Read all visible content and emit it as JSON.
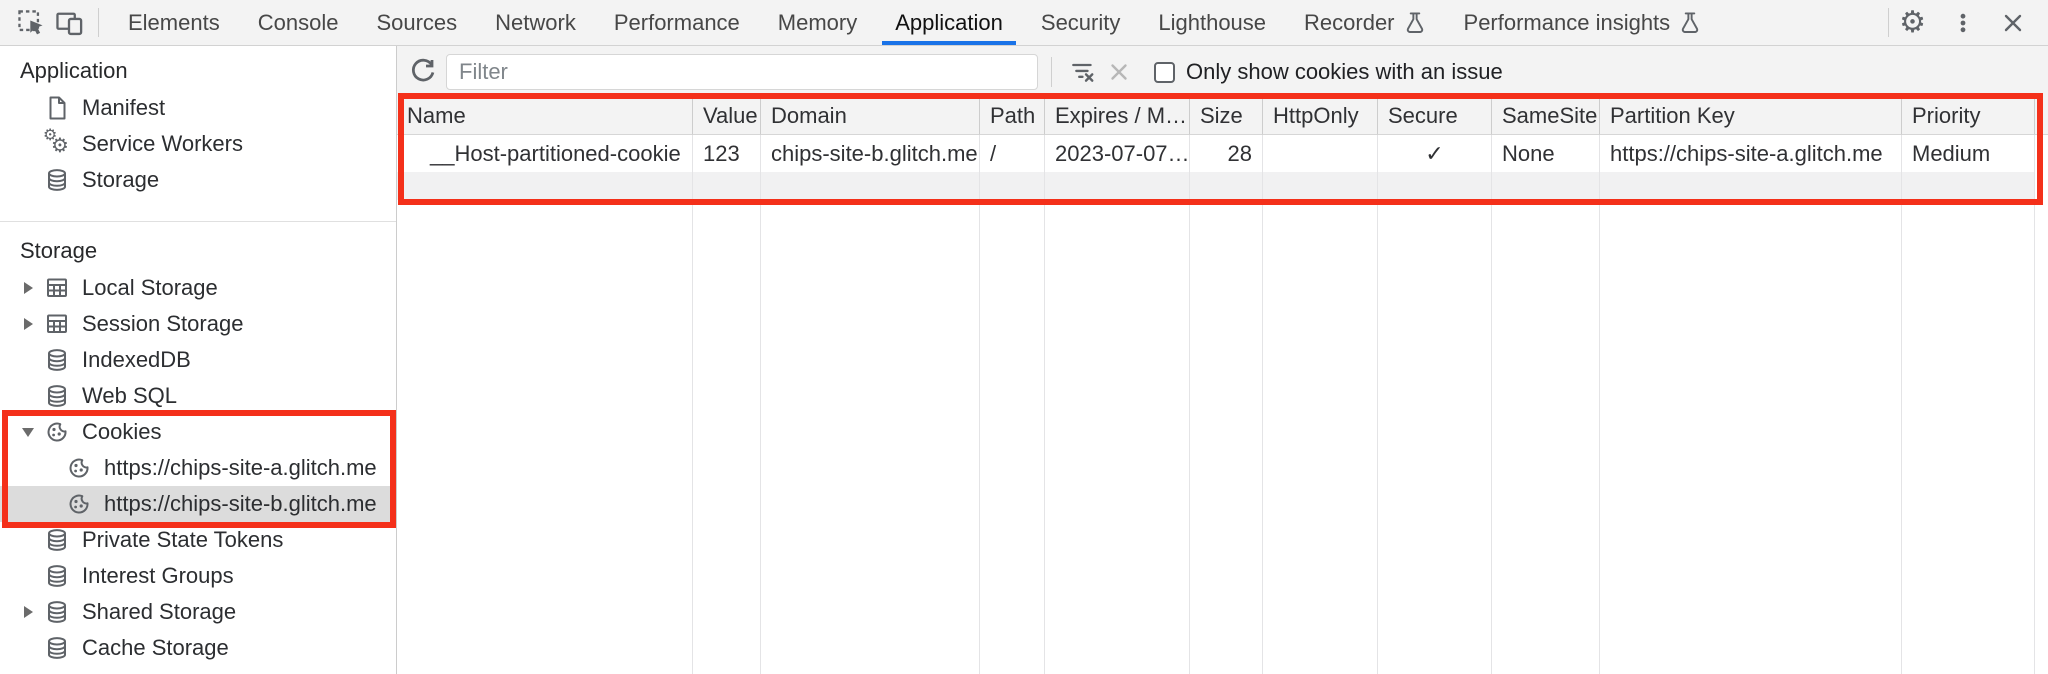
{
  "colors": {
    "highlight_red": "#f4301a",
    "accent_blue": "#1a73e8",
    "toolbar_bg": "#f3f3f3",
    "selected_sidebar_row_bg": "#dcdcdc",
    "icon_gray": "#5f6368"
  },
  "toolbar": {
    "tabs": [
      {
        "label": "Elements"
      },
      {
        "label": "Console"
      },
      {
        "label": "Sources"
      },
      {
        "label": "Network"
      },
      {
        "label": "Performance"
      },
      {
        "label": "Memory"
      },
      {
        "label": "Application",
        "selected": true
      },
      {
        "label": "Security"
      },
      {
        "label": "Lighthouse"
      },
      {
        "label": "Recorder",
        "flask_icon": true
      },
      {
        "label": "Performance insights",
        "flask_icon": true
      }
    ]
  },
  "filter_bar": {
    "placeholder": "Filter",
    "checkbox_label": "Only show cookies with an issue",
    "checkbox_checked": false
  },
  "sidebar": {
    "sections": [
      {
        "title": "Application",
        "items": [
          {
            "label": "Manifest",
            "icon": "document-icon"
          },
          {
            "label": "Service Workers",
            "icon": "service-workers-icon"
          },
          {
            "label": "Storage",
            "icon": "database-icon"
          }
        ]
      },
      {
        "title": "Storage",
        "items": [
          {
            "label": "Local Storage",
            "icon": "table-grid-icon",
            "expander": "collapsed"
          },
          {
            "label": "Session Storage",
            "icon": "table-grid-icon",
            "expander": "collapsed"
          },
          {
            "label": "IndexedDB",
            "icon": "database-icon"
          },
          {
            "label": "Web SQL",
            "icon": "database-icon"
          },
          {
            "label": "Cookies",
            "icon": "cookie-icon",
            "expander": "expanded",
            "highlighted": true
          },
          {
            "label": "https://chips-site-a.glitch.me",
            "icon": "cookie-icon",
            "child": true
          },
          {
            "label": "https://chips-site-b.glitch.me",
            "icon": "cookie-icon",
            "child": true,
            "selected": true
          },
          {
            "label": "Private State Tokens",
            "icon": "database-icon"
          },
          {
            "label": "Interest Groups",
            "icon": "database-icon"
          },
          {
            "label": "Shared Storage",
            "icon": "database-icon",
            "expander": "collapsed"
          },
          {
            "label": "Cache Storage",
            "icon": "database-icon"
          }
        ]
      }
    ]
  },
  "cookie_table": {
    "columns": [
      "Name",
      "Value",
      "Domain",
      "Path",
      "Expires / M…",
      "Size",
      "HttpOnly",
      "Secure",
      "SameSite",
      "Partition Key",
      "Priority"
    ],
    "rows": [
      {
        "cells": [
          "__Host-partitioned-cookie",
          "123",
          "chips-site-b.glitch.me",
          "/",
          "2023-07-07…",
          "28",
          "",
          "✓",
          "None",
          "https://chips-site-a.glitch.me",
          "Medium"
        ]
      }
    ]
  }
}
